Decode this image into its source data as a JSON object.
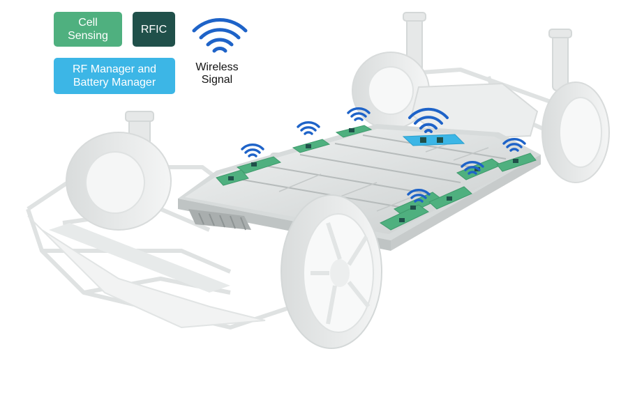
{
  "legend": {
    "cell_sensing": {
      "line1": "Cell",
      "line2": "Sensing",
      "color": "#4fb07f"
    },
    "rfic": {
      "label": "RFIC",
      "color": "#20504a"
    },
    "rf_battery_manager": {
      "line1": "RF Manager and",
      "line2": "Battery Manager",
      "color": "#3cb6e6"
    },
    "wireless_signal": {
      "line1": "Wireless",
      "line2": "Signal",
      "color": "#1e63c8"
    }
  },
  "illustration": {
    "subject": "ev-chassis-battery-pack",
    "module_color": "#4fb07f",
    "rfic_chip_color": "#20504a",
    "manager_color": "#3cb6e6",
    "signal_color": "#1e63c8"
  }
}
